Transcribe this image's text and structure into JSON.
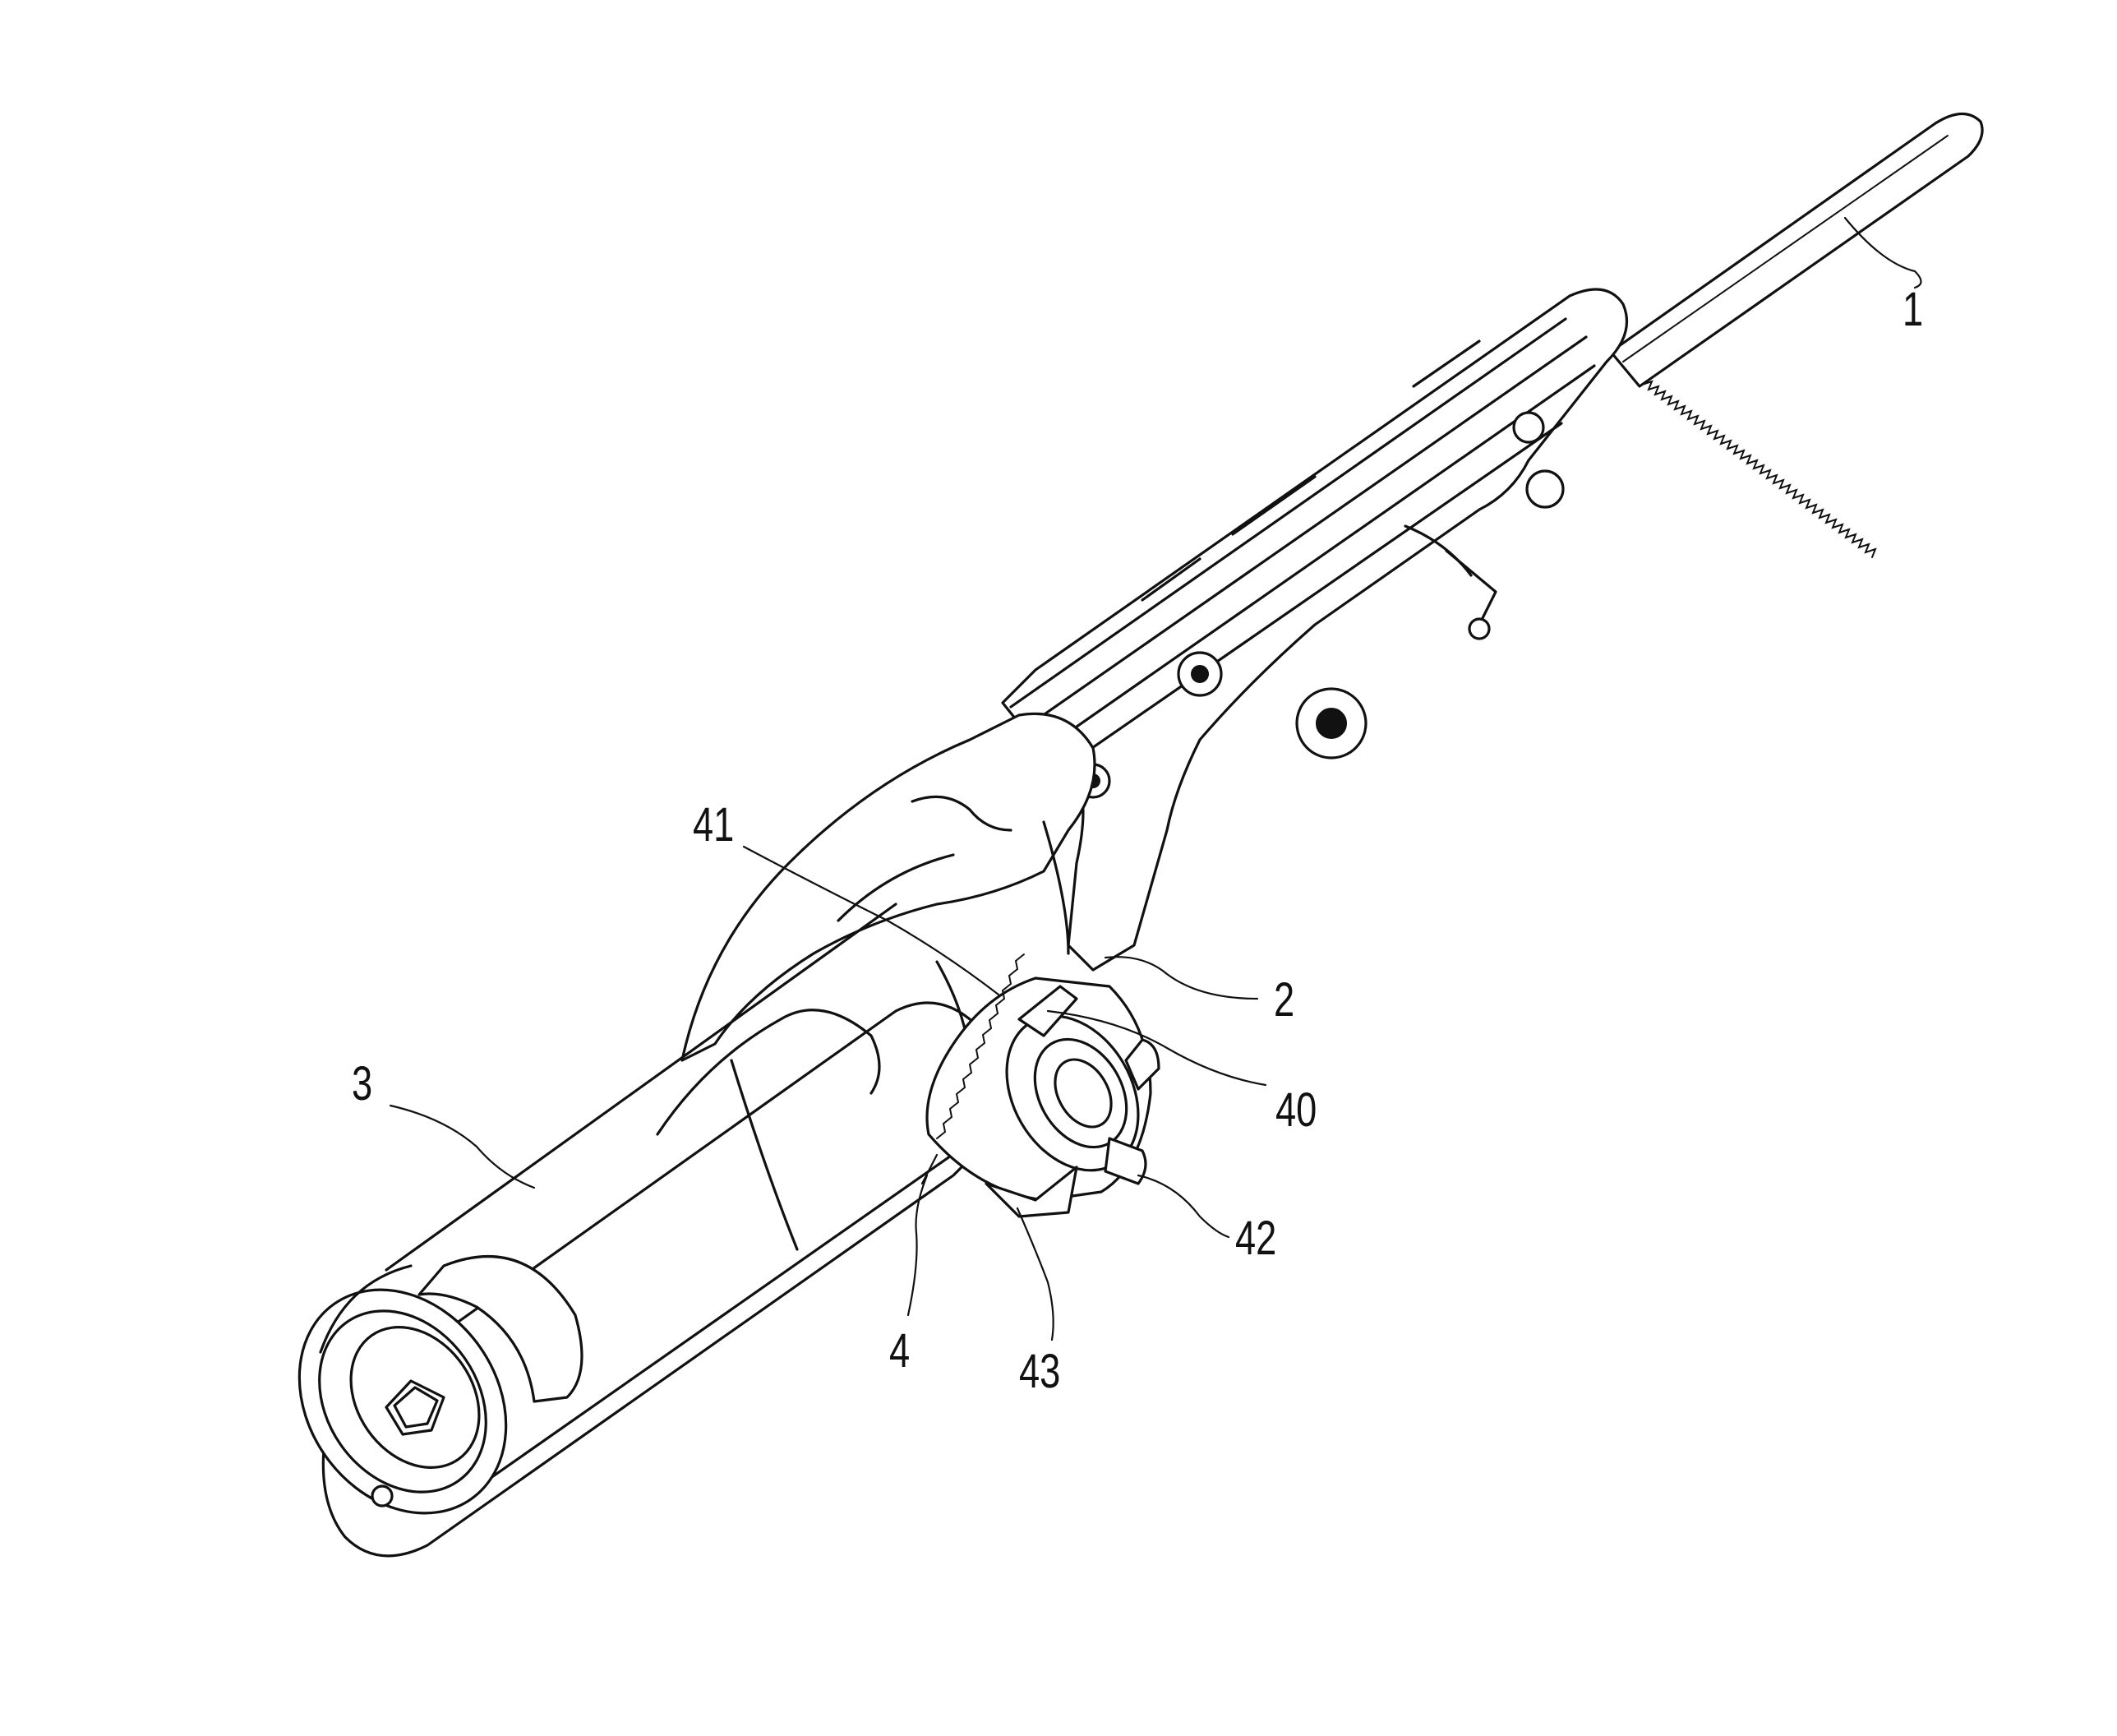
{
  "figure": {
    "reference_labels": [
      {
        "id": "blade",
        "text": "1"
      },
      {
        "id": "arm",
        "text": "2"
      },
      {
        "id": "handle",
        "text": "3"
      },
      {
        "id": "adjuster",
        "text": "4"
      },
      {
        "id": "ratchet-wheel",
        "text": "40"
      },
      {
        "id": "pawl",
        "text": "41"
      },
      {
        "id": "pin",
        "text": "42"
      },
      {
        "id": "knob",
        "text": "43"
      }
    ]
  }
}
